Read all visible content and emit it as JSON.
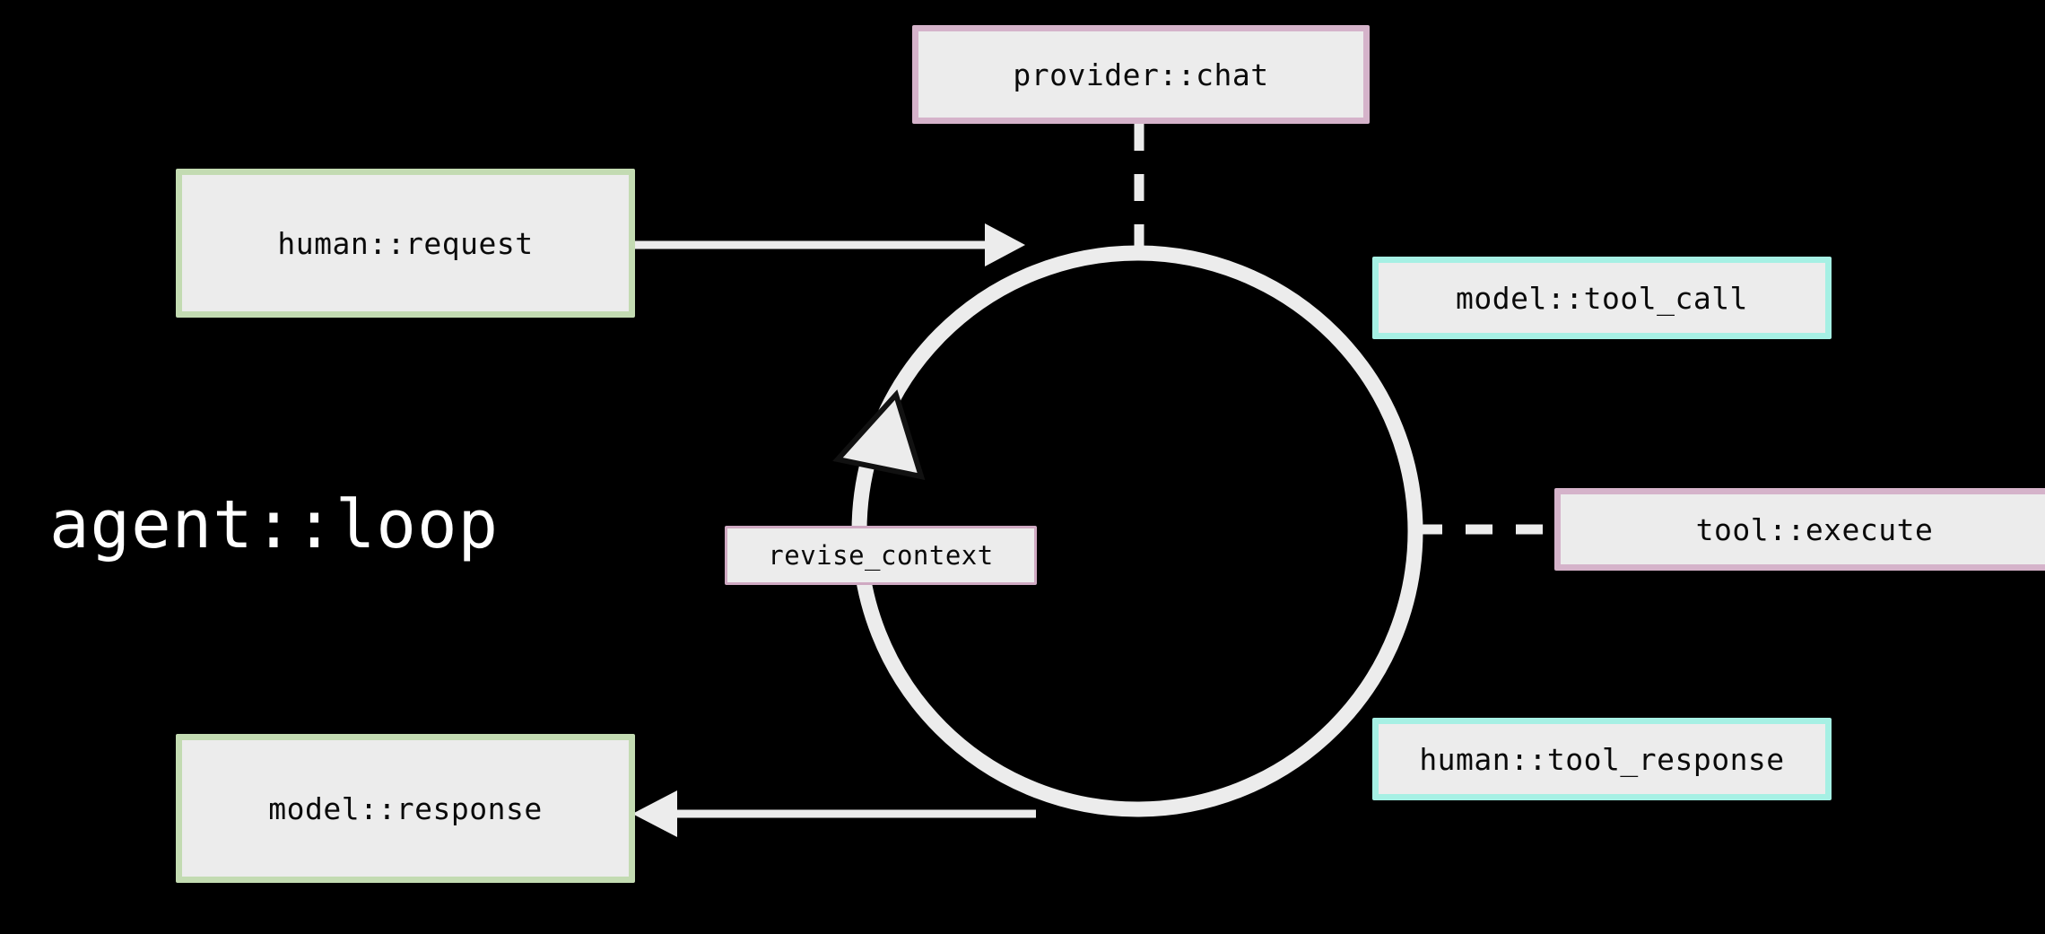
{
  "diagram": {
    "title": "agent::loop",
    "background_color": "#000000",
    "node_fill_color": "#ececec",
    "node_text_color": "#0a0a0a",
    "loop_stroke_color": "#ececec",
    "accent_colors": {
      "green": "#c3dbb2",
      "cyan": "#a6f0e4",
      "pink": "#d5b3ca",
      "thin_pink": "#cfa9c2"
    },
    "nodes": [
      {
        "id": "human_request",
        "label": "human::request",
        "accent": "green"
      },
      {
        "id": "model_response",
        "label": "model::response",
        "accent": "green"
      },
      {
        "id": "provider_chat",
        "label": "provider::chat",
        "accent": "pink"
      },
      {
        "id": "model_tool_call",
        "label": "model::tool_call",
        "accent": "cyan"
      },
      {
        "id": "tool_execute",
        "label": "tool::execute",
        "accent": "pink"
      },
      {
        "id": "human_tool_response",
        "label": "human::tool_response",
        "accent": "cyan"
      },
      {
        "id": "revise_context",
        "label": "revise_context",
        "accent": "thin_pink"
      }
    ],
    "edges": [
      {
        "id": "request_to_loop",
        "from": "human::request",
        "to": "agent::loop",
        "style": "solid-arrow",
        "direction": "right"
      },
      {
        "id": "loop_to_response",
        "from": "agent::loop",
        "to": "model::response",
        "style": "solid-arrow",
        "direction": "left"
      },
      {
        "id": "chat_to_loop",
        "from": "provider::chat",
        "to": "agent::loop",
        "style": "dashed",
        "direction": "none"
      },
      {
        "id": "loop_to_execute",
        "from": "agent::loop",
        "to": "tool::execute",
        "style": "dashed",
        "direction": "none"
      },
      {
        "id": "loop_cycle",
        "from": "agent::loop",
        "to": "revise_context",
        "style": "circular-arrow",
        "direction": "counter-clockwise"
      }
    ]
  }
}
